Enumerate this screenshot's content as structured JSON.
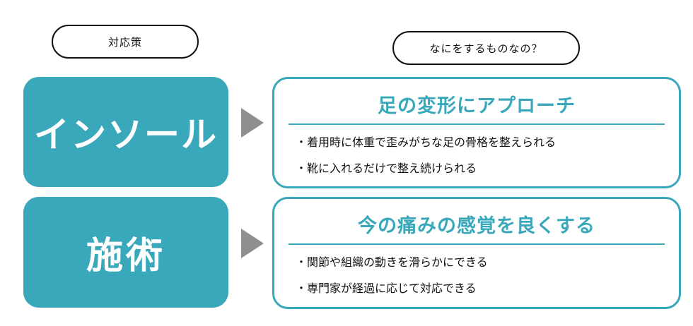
{
  "header": {
    "left_label": "対応策",
    "right_label": "なにをするものなの？"
  },
  "rows": [
    {
      "left": "インソール",
      "title": "足の変形にアプローチ",
      "bullets": [
        "・着用時に体重で歪みがちな足の骨格を整えられる",
        "・靴に入れるだけで整え続けられる"
      ]
    },
    {
      "left": "施術",
      "title": "今の痛みの感覚を良くする",
      "bullets": [
        "・関節や組織の動きを滑らかにできる",
        "・専門家が経過に応じて対応できる"
      ]
    }
  ],
  "colors": {
    "accent": "#3aa8bb",
    "arrow": "#8f8f8f",
    "outline": "#111111"
  }
}
